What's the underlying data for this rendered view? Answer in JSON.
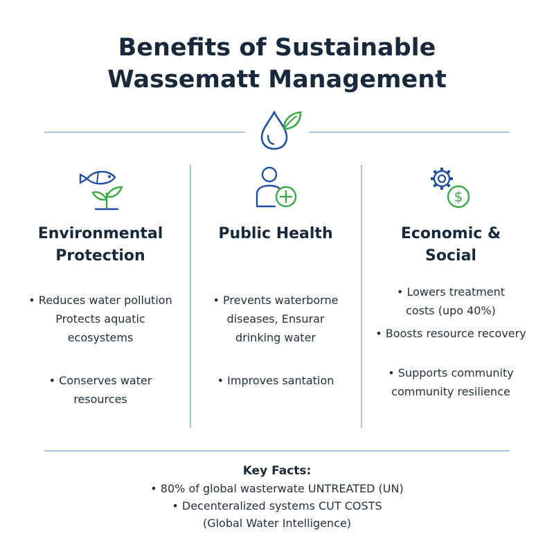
{
  "title": {
    "line1": "Benefits of Sustainable",
    "line2": "Wassematt Management"
  },
  "icons": {
    "header": "water-drop-leaf-icon",
    "environmental": "fish-plant-icon",
    "health": "person-plus-icon",
    "economic": "gear-dollar-icon"
  },
  "colors": {
    "navy": "#1f4fa0",
    "green": "#3aa845",
    "divider": "#aac4dc",
    "text": "#1f2f3f"
  },
  "columns": [
    {
      "heading_line1": "Environmental",
      "heading_line2": "Protection",
      "bullets": [
        {
          "lines": [
            "• Reduces water pollution",
            "Protects aquatic",
            "ecosystems"
          ]
        },
        {
          "lines": [
            "• Conserves water",
            "resources"
          ]
        }
      ]
    },
    {
      "heading_line1": "Public Health",
      "heading_line2": "",
      "bullets": [
        {
          "lines": [
            "• Prevents waterborne",
            "diseases, Ensurar",
            "drinking water"
          ]
        },
        {
          "lines": [
            "• Improves santation"
          ]
        }
      ]
    },
    {
      "heading_line1": "Economic &",
      "heading_line2": "Social",
      "bullets": [
        {
          "lines": [
            "• Lowers treatment",
            "costs (upo 40%)"
          ]
        },
        {
          "lines": [
            "• Boosts resource recovery"
          ]
        },
        {
          "lines": [
            "• Supports community",
            "community resilience"
          ]
        }
      ]
    }
  ],
  "facts": {
    "title": "Key Facts:",
    "line1": "• 80% of global wasterwate UNTREATED (UN)",
    "line2": "• Decenteralized systems CUT COSTS",
    "line3": "(Global Water Intelligence)"
  }
}
